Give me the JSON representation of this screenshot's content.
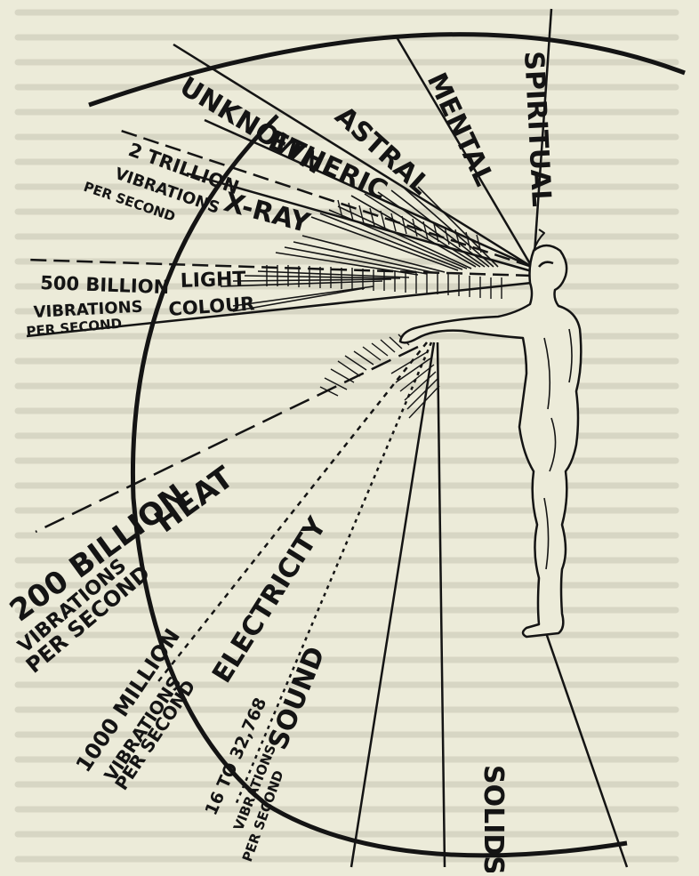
{
  "labels": {
    "spiritual": "SPIRITUAL",
    "mental": "MENTAL",
    "astral": "ASTRAL",
    "unknown": "UNKNOWN",
    "etheric": "ETHERIC",
    "trillion": "2 TRILLION",
    "trillion_vib": "VIBRATIONS",
    "trillion_per": "PER SECOND",
    "xray": "X-RAY",
    "billion500": "500 BILLION",
    "light": "LIGHT",
    "billion500_vib": "VIBRATIONS",
    "colour": "COLOUR",
    "billion500_per": "PER SECOND",
    "billion200": "200 BILLION",
    "heat": "HEAT",
    "billion200_vib": "VIBRATIONS",
    "billion200_per": "PER SECOND",
    "million1000": "1000 MILLION",
    "million1000_vib": "VIBRATIONS",
    "million1000_per": "PER SECOND",
    "electricity": "ELECTRICITY",
    "sound_range": "16 TO 32,768",
    "sound_vib": "VIBRATIONS",
    "sound_per": "PER SECOND",
    "sound": "SOUND",
    "solids": "SOLIDS"
  },
  "colors": {
    "paper": "#ecebd9",
    "ink": "#141414",
    "faint_text": "#c9c8b7"
  }
}
